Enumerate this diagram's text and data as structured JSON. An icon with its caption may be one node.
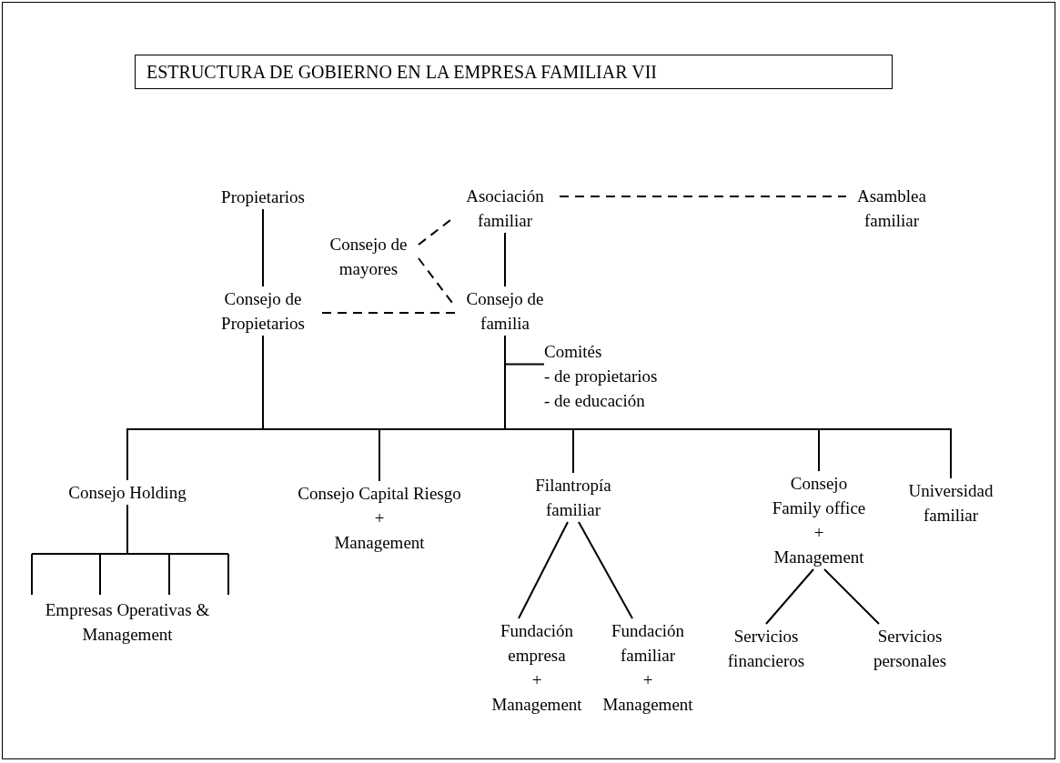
{
  "diagram": {
    "title": "ESTRUCTURA DE GOBIERNO EN LA EMPRESA FAMILIAR VII",
    "nodes": [
      {
        "text": [
          "Propietarios"
        ]
      },
      {
        "text": [
          "Asociación familiar"
        ]
      },
      {
        "text": [
          "Asamblea familiar"
        ]
      },
      {
        "text": [
          "Consejo de mayores"
        ]
      },
      {
        "text": [
          "Consejo de Propietarios"
        ]
      },
      {
        "text": [
          "Consejo de familia"
        ]
      },
      {
        "text": [
          "Comités",
          "- de propietarios",
          "- de educación"
        ]
      },
      {
        "text": [
          "Consejo Holding"
        ]
      },
      {
        "text": [
          "Consejo Capital Riesgo",
          "+",
          "Management"
        ]
      },
      {
        "text": [
          "Filantropía familiar"
        ]
      },
      {
        "text": [
          "Consejo",
          "Family office",
          "+",
          "Management"
        ]
      },
      {
        "text": [
          "Universidad familiar"
        ]
      },
      {
        "text": [
          "Empresas Operativas & Management"
        ]
      },
      {
        "text": [
          "Fundación empresa",
          "+",
          "Management"
        ]
      },
      {
        "text": [
          "Fundación familiar",
          "+",
          "Management"
        ]
      },
      {
        "text": [
          "Servicios financieros"
        ]
      },
      {
        "text": [
          "Servicios personales"
        ]
      }
    ],
    "edges": [
      {
        "from": 0,
        "to": 4,
        "arrow": "none"
      },
      {
        "from": 1,
        "to": 2,
        "arrow": "none",
        "style": "dashed"
      },
      {
        "from": 3,
        "to": 1,
        "arrow": "none",
        "style": "dashed"
      },
      {
        "from": 3,
        "to": 5,
        "arrow": "none",
        "style": "dashed"
      },
      {
        "from": 1,
        "to": 5,
        "arrow": "none"
      },
      {
        "from": 4,
        "to": 5,
        "arrow": "none",
        "style": "dashed"
      },
      {
        "from": 5,
        "to": 6,
        "arrow": "none"
      },
      {
        "from": 4,
        "to": 7,
        "arrow": "none"
      },
      {
        "from": 4,
        "to": 8,
        "arrow": "none"
      },
      {
        "from": 4,
        "to": 9,
        "arrow": "none"
      },
      {
        "from": 4,
        "to": 10,
        "arrow": "none"
      },
      {
        "from": 4,
        "to": 11,
        "arrow": "none"
      },
      {
        "from": 5,
        "to": 7,
        "arrow": "none"
      },
      {
        "from": 5,
        "to": 8,
        "arrow": "none"
      },
      {
        "from": 5,
        "to": 9,
        "arrow": "none"
      },
      {
        "from": 5,
        "to": 10,
        "arrow": "none"
      },
      {
        "from": 5,
        "to": 11,
        "arrow": "none"
      },
      {
        "from": 7,
        "to": 12,
        "arrow": "none"
      },
      {
        "from": 9,
        "to": 13,
        "arrow": "none"
      },
      {
        "from": 9,
        "to": 14,
        "arrow": "none"
      },
      {
        "from": 10,
        "to": 15,
        "arrow": "none"
      },
      {
        "from": 10,
        "to": 16,
        "arrow": "none"
      }
    ]
  }
}
